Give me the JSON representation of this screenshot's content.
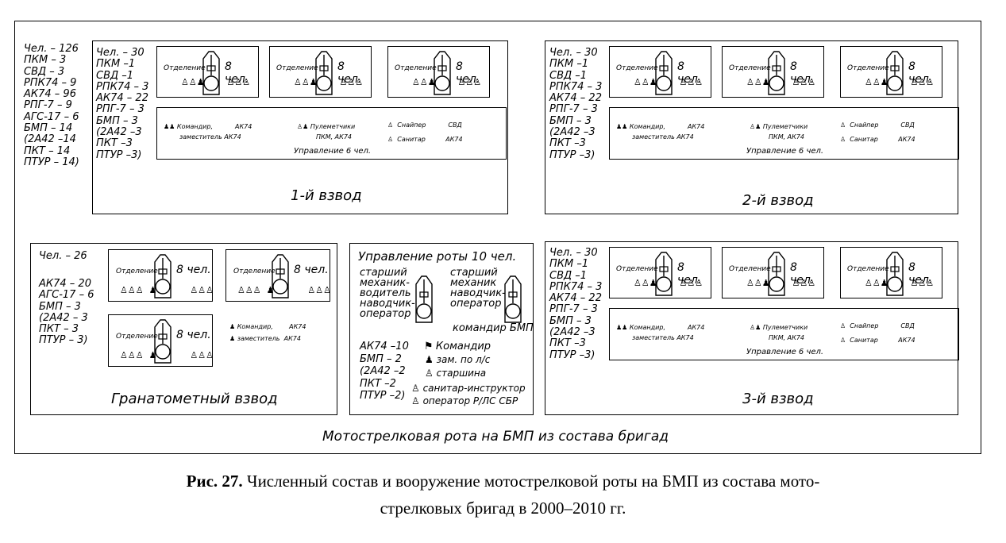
{
  "company": {
    "totals": [
      "Чел. – 126",
      "ПКМ – 3",
      "СВД – 3",
      "РПК74 – 9",
      "АК74 – 96",
      "РПГ-7 – 9",
      "АГС-17 – 6",
      "БМП – 14",
      "(2А42 –14",
      "ПКТ – 14",
      "ПТУР – 14)"
    ],
    "footer": "Мотострелковая рота на БМП из состава бригад"
  },
  "squad": {
    "label": "Отделение",
    "count": "8 чел."
  },
  "platoon_control": {
    "cmd_title": "Командир,",
    "cmd_weapon1": "АК74",
    "dep_title": "заместитель",
    "dep_weapon": "АК74",
    "mg_title": "Пулеметчики",
    "mg_weapons": "ПКМ, АК74",
    "sniper": "Снайпер",
    "sniper_weapon": "СВД",
    "medic": "Санитар",
    "medic_weapon": "АК74",
    "footer": "Управление 6 чел."
  },
  "platoon_totals": [
    "Чел. – 30",
    "ПКМ –1",
    "СВД –1",
    "РПК74 – 3",
    "АК74 – 22",
    "РПГ-7 – 3",
    "БМП – 3",
    "(2А42 –3",
    "ПКТ –3",
    "ПТУР –3)"
  ],
  "platoon1_title": "1-й взвод",
  "platoon2_title": "2-й взвод",
  "platoon3_title": "3-й взвод",
  "grenade": {
    "totals_top": "Чел. – 26",
    "totals": [
      "АК74 – 20",
      "АГС-17 – 6",
      "БМП – 3",
      "(2А42 – 3",
      "ПКТ – 3",
      "ПТУР – 3)"
    ],
    "cmd_title": "Командир,",
    "cmd_weapon": "АК74",
    "dep_title": "заместитель",
    "dep_weapon": "АК74",
    "title": "Гранатометный взвод"
  },
  "hq": {
    "title": "Управление роты 10 чел.",
    "left_crew": [
      "старший",
      "механик-",
      "водитель",
      "наводчик-",
      "оператор"
    ],
    "right_crew": [
      "старший",
      "механик",
      "наводчик-",
      "оператор"
    ],
    "right_crew_last": "командир БМП",
    "totals": [
      "АК74 –10",
      "БМП – 2",
      "(2А42 –2",
      "ПКТ –2",
      "ПТУР –2)"
    ],
    "commander": "Командир",
    "deputy": "зам. по л/с",
    "sergeant": "старшина",
    "medic": "санитар-инструктор",
    "radar": "оператор Р/ЛС СБР"
  },
  "caption": {
    "bold": "Рис. 27.",
    "line1": " Численный состав и вооружение мотострелковой роты на БМП из состава мото-",
    "line2": "стрелковых бригад в 2000–2010 гг."
  }
}
